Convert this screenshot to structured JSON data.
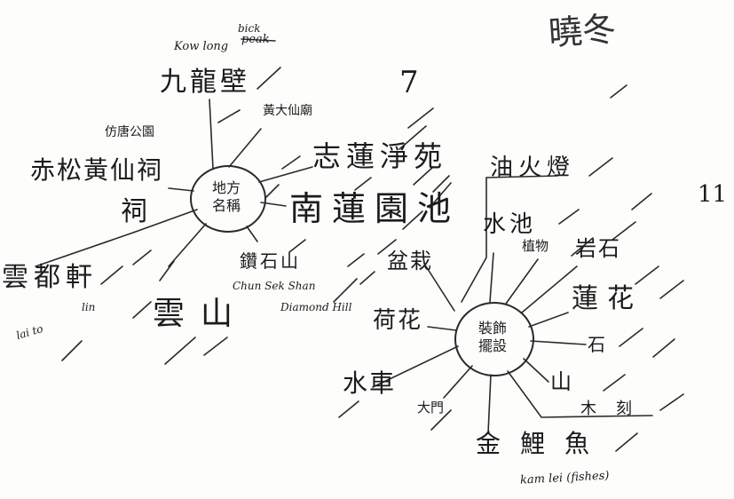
{
  "corner_note": "曉冬",
  "margin_number": "11",
  "mark_seven": "7",
  "left_map": {
    "hub_line1": "地方",
    "hub_line2": "名稱",
    "kowloon_cn": "九龍壁",
    "kowloon_en": "Kow long",
    "kowloon_en_struck": "peak",
    "kowloon_en_fix": "bick",
    "wong_tai_sin_temple": "黃大仙廟",
    "tang_garden": "仿唐公園",
    "sik_sik_yuen": "赤松黃仙祠",
    "sik_sik_yuen_tail": "祠",
    "chi_lin": "志蓮淨苑",
    "nan_lian": "南蓮園池",
    "yun_tou_xuan": "雲都軒",
    "yun_tou_en": "lai to",
    "lin": "lin",
    "yun_shan": "雲山",
    "diamond_hill_cn": "鑽石山",
    "diamond_hill_jyutping": "Chun Sek Shan",
    "diamond_hill_en": "Diamond Hill"
  },
  "right_map": {
    "hub_line1": "裝飾",
    "hub_line2": "擺設",
    "lamp": "油火燈",
    "pond": "水池",
    "plants": "植物",
    "rock": "岩石",
    "bonsai": "盆栽",
    "lotus": "蓮花",
    "stone": "石",
    "hill": "山",
    "wood": "木刻",
    "water_lily": "荷花",
    "water_wheel": "水車",
    "gate": "大門",
    "carp_cn": "金鯉魚",
    "carp_en": "kam lei (fishes)"
  }
}
